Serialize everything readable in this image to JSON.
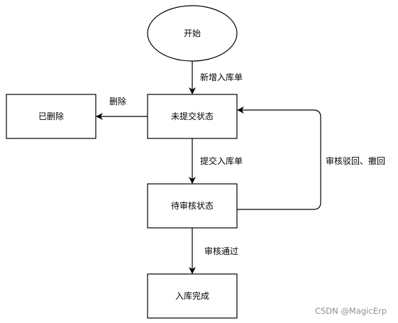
{
  "diagram": {
    "nodes": {
      "start": {
        "label": "开始",
        "shape": "ellipse"
      },
      "deleted": {
        "label": "已删除",
        "shape": "rect"
      },
      "unsubmitted": {
        "label": "未提交状态",
        "shape": "rect"
      },
      "pending_review": {
        "label": "待审核状态",
        "shape": "rect"
      },
      "stocked_in": {
        "label": "入库完成",
        "shape": "rect"
      }
    },
    "edges": {
      "new_entry": {
        "from": "start",
        "to": "unsubmitted",
        "label": "新增入库单"
      },
      "delete": {
        "from": "unsubmitted",
        "to": "deleted",
        "label": "删除"
      },
      "submit": {
        "from": "unsubmitted",
        "to": "pending_review",
        "label": "提交入库单"
      },
      "reject_withdraw": {
        "from": "pending_review",
        "to": "unsubmitted",
        "label": "审核驳回、撤回"
      },
      "approve": {
        "from": "pending_review",
        "to": "stocked_in",
        "label": "审核通过"
      }
    },
    "colors": {
      "stroke": "#000000",
      "fill": "#ffffff",
      "text": "#000000"
    }
  },
  "watermark": {
    "text": "CSDN @MagicErp",
    "color": "#8f8f8f"
  }
}
